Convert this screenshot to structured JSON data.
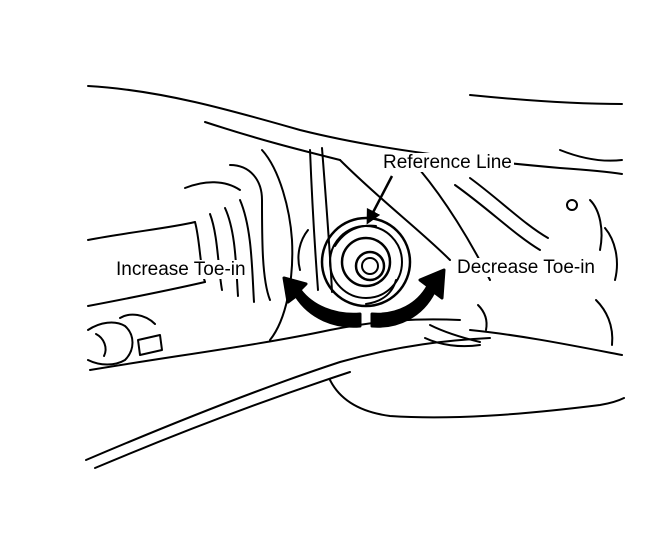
{
  "labels": {
    "reference_line": "Reference Line",
    "increase_toe_in": "Increase Toe-in",
    "decrease_toe_in": "Decrease Toe-in"
  },
  "colors": {
    "ink": "#000000",
    "paper": "#ffffff"
  },
  "icons": {
    "increase_arrow": "curved-arrow-left-icon",
    "decrease_arrow": "curved-arrow-right-icon",
    "reference_pointer": "pointer-arrow-icon"
  }
}
